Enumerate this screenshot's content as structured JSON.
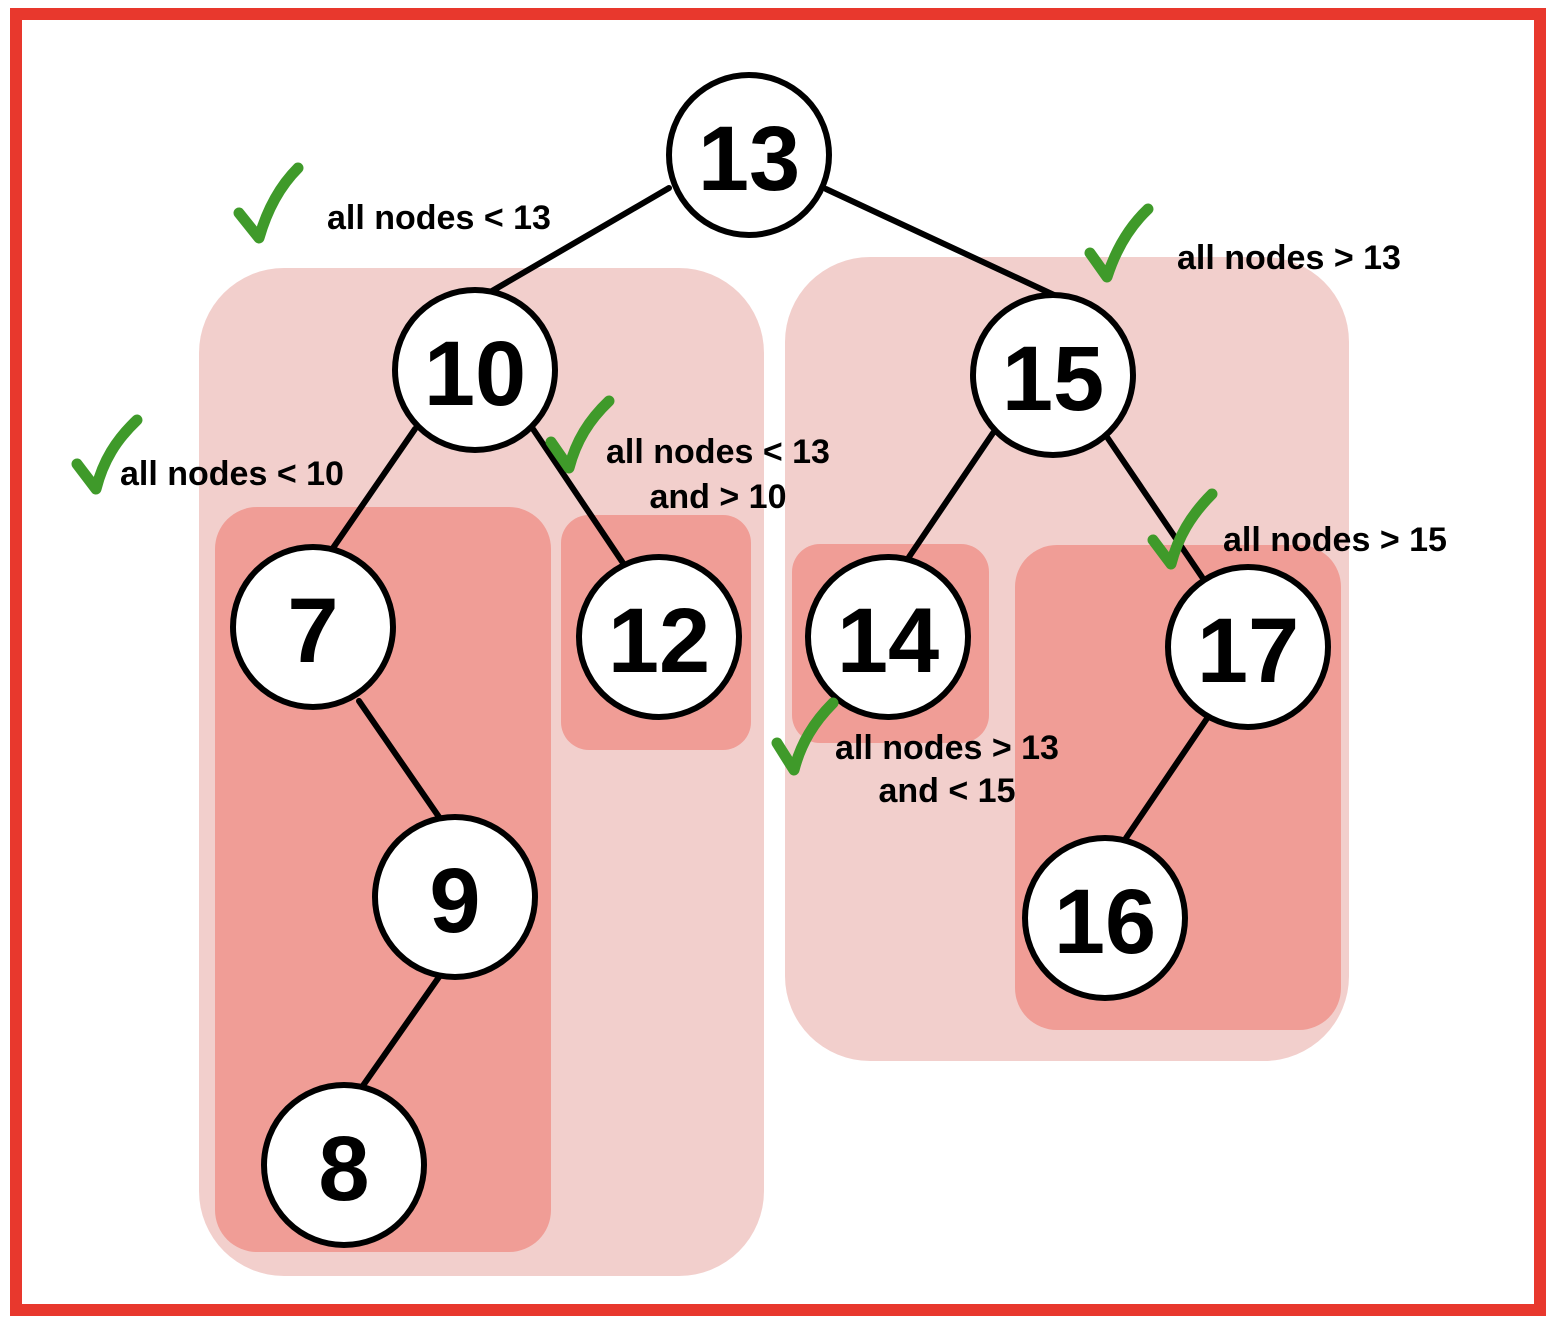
{
  "colors": {
    "frame": "#e8382d",
    "region_outer": "#f2cfcc",
    "region_inner": "#f09d96",
    "edge": "#000000",
    "node_fill": "#ffffff",
    "node_stroke": "#000000",
    "check": "#3f9a2a"
  },
  "nodes": {
    "n13": "13",
    "n10": "10",
    "n15": "15",
    "n7": "7",
    "n12": "12",
    "n14": "14",
    "n17": "17",
    "n9": "9",
    "n16": "16",
    "n8": "8"
  },
  "annotations": {
    "left_root": "all nodes < 13",
    "right_root": "all nodes > 13",
    "left_10": "all nodes < 10",
    "right_10_line1": "all nodes < 13",
    "right_10_line2": "and > 10",
    "left_15_line1": "all nodes > 13",
    "left_15_line2": "and < 15",
    "right_15": "all nodes > 15"
  },
  "icons": {
    "check": "checkmark-icon"
  }
}
